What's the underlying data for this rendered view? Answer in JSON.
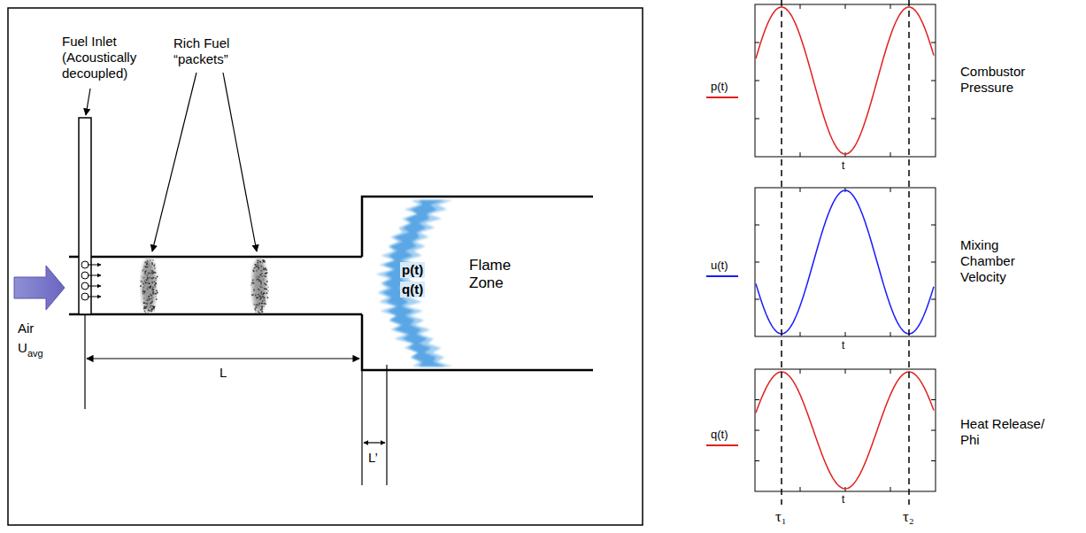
{
  "diagram": {
    "labels": [
      "Fuel Inlet (Acoustically decoupled)",
      "Rich Fuel “packets”",
      "Air",
      "U",
      "avg",
      "L",
      "L’",
      "p(t)",
      "q(t)",
      "Flame Zone",
      "p(t)",
      "t",
      "Combustor Pressure",
      "u(t)",
      "t",
      "Mixing Chamber Velocity",
      "q(t)",
      "t",
      "Heat Release/ Phi",
      "τ₁",
      "τ₂"
    ]
  }
}
